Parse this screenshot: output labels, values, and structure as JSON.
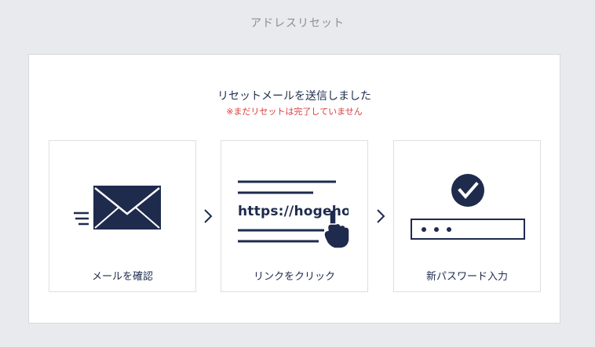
{
  "page": {
    "title": "アドレスリセット"
  },
  "message": {
    "headline": "リセットメールを送信しました",
    "warning": "※まだリセットは完了していません"
  },
  "steps": [
    {
      "label": "メールを確認",
      "icon": "envelope-icon"
    },
    {
      "label": "リンクをクリック",
      "icon": "link-click-icon",
      "url_text": "https://hogehoge"
    },
    {
      "label": "新パスワード入力",
      "icon": "password-check-icon"
    }
  ],
  "colors": {
    "navy": "#1e2b4d",
    "warning_red": "#d93a3a",
    "background": "#e8eaed",
    "title_gray": "#8a8f98"
  }
}
